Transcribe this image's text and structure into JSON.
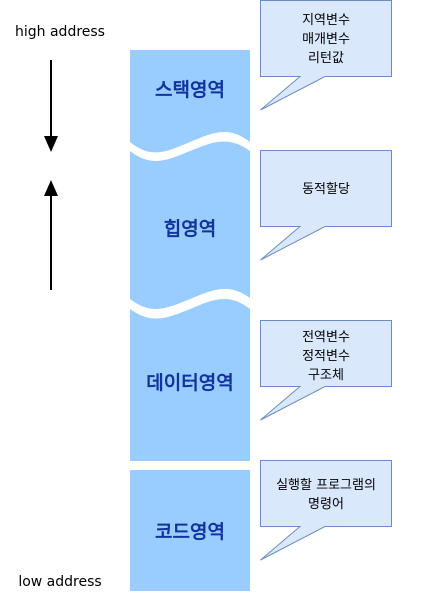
{
  "addresses": {
    "high": "high address",
    "low": "low address"
  },
  "segments": {
    "stack": "스택영역",
    "heap": "힙영역",
    "data": "데이터영역",
    "code": "코드영역"
  },
  "callouts": {
    "stack": [
      "지역변수",
      "매개변수",
      "리턴값"
    ],
    "heap": [
      "동적할당"
    ],
    "data": [
      "전역변수",
      "정적변수",
      "구조체"
    ],
    "code": [
      "실행할 프로그램의",
      "명령어"
    ]
  },
  "colors": {
    "segment_fill": "#99ccff",
    "segment_text": "#12339e",
    "callout_fill": "#dae8fc",
    "callout_stroke": "#6c8ebf",
    "arrow": "#000000"
  }
}
